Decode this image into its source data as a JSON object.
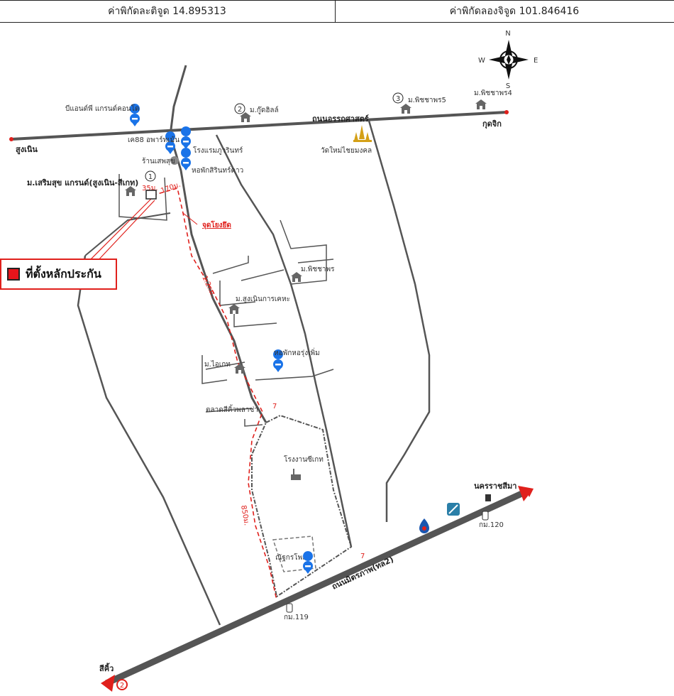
{
  "coords": {
    "latitude_label": "ค่าพิกัดละติจูด 14.895313",
    "longitude_label": "ค่าพิกัดลองจิจูด 101.846416"
  },
  "compass": {
    "n": "N",
    "s": "S",
    "e": "E",
    "w": "W"
  },
  "legend": {
    "text": "ที่ตั้งหลักประกัน",
    "color": "#e8141b"
  },
  "places": {
    "sung_noen": "สูงเนิน",
    "kut_chik": "กุดจิก",
    "road_top": "ถนนอรรถศาสตร์",
    "b_and_p": "บีแอนด์พี แกรนด์คอนโด",
    "ms_park": "ม.กู๊ดฮิลล์",
    "ms_phitchaporn5": "ม.พิชชาพร5",
    "ms_phitchaporn4": "ม.พิชชาพร4",
    "wat": "วัดใหม่ไชยมงคล",
    "apartment": "เค88 อพาร์ทเม้น",
    "hotel": "โรงแรมภูวรินทร์",
    "shop": "ร้านเสพสุข",
    "dorm1": "หอพักสิรินทร์ดาว",
    "project": "ม.เสริมสุข แกรนด์(สูงเนิน-สีเกท)",
    "dist1": "35ม.",
    "dist2": "170ม.",
    "dist3": "1.2กม.",
    "dist4": "850ม.",
    "checkpoint": "จุดโยงยึด",
    "ms_phitchaporn": "ม.พิชชาพร",
    "sungnoen_housing": "ม.สูงเนินการเคหะ",
    "ms_saiket": "ม.ไอเกท",
    "dorm2": "หอพักหอรุ่งเพิ่ม",
    "market": "ตลาดสีคิ้วพลาซ่า",
    "factory": "โรงงานซีเกท",
    "factory2": "ณัฐกรโพลส",
    "highway": "ถนนมิตรภาพ(ทล2)",
    "nakhon": "นครราชสีมา",
    "km120": "กม.120",
    "km119": "กม.119",
    "sikhio": "สีคิ้ว",
    "num1": "1",
    "num2": "2",
    "num3": "3",
    "hw_num": "2"
  },
  "colors": {
    "road": "#555555",
    "highway": "#555555",
    "route": "#e0201c",
    "pin": "#1a73e8",
    "house": "#666666",
    "temple": "#d4a017"
  }
}
